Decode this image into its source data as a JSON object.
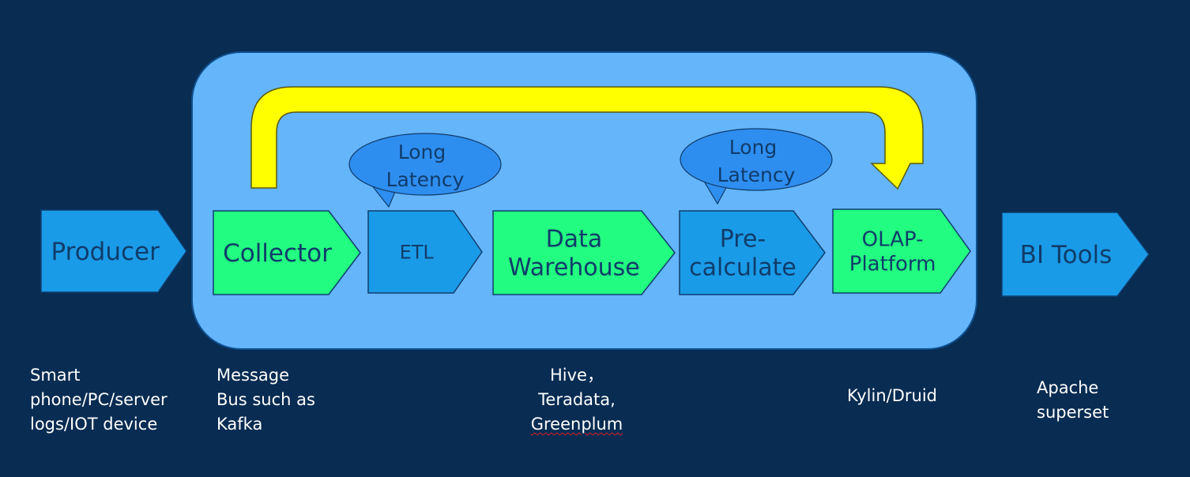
{
  "nodes": [
    {
      "id": "producer",
      "label": "Producer",
      "color": "#1a9be8"
    },
    {
      "id": "collector",
      "label": "Collector",
      "color": "#22fc80"
    },
    {
      "id": "etl",
      "label": "ETL",
      "color": "#1a9be8"
    },
    {
      "id": "data-warehouse",
      "label": "Data\nWarehouse",
      "color": "#22fc80"
    },
    {
      "id": "pre-calculate",
      "label": "Pre-\ncalculate",
      "color": "#1a9be8"
    },
    {
      "id": "olap-platform",
      "label": "OLAP-\nPlatform",
      "color": "#22fc80"
    },
    {
      "id": "bi-tools",
      "label": "BI Tools",
      "color": "#1a9be8"
    }
  ],
  "callouts": [
    {
      "id": "etl",
      "label": "Long\nLatency"
    },
    {
      "id": "pre-calculate",
      "label": "Long\nLatency"
    }
  ],
  "captions": {
    "producer": "Smart\nphone/PC/server\nlogs/IOT device",
    "collector": "Message\nBus such as\nKafka",
    "warehouse_line1": "Hive，",
    "warehouse_line2": "Teradata,",
    "warehouse_line3": "Greenplum",
    "olap": "Kylin/Druid",
    "bi": "Apache\nsuperset"
  },
  "colors": {
    "background": "#082c52",
    "pipeline_box": "#64b5fa",
    "green_node": "#22fc80",
    "blue_node": "#1a9be8",
    "bypass_arrow": "#ffff00",
    "callout": "#2e8ef0",
    "node_text": "#103c6a"
  }
}
